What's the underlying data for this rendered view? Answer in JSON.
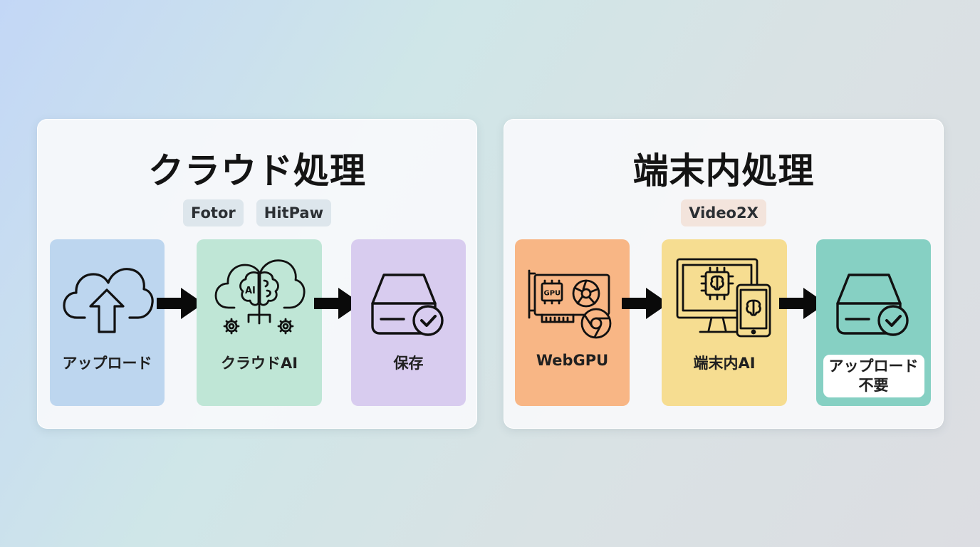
{
  "cloud": {
    "title": "クラウド処理",
    "tags": [
      "Fotor",
      "HitPaw"
    ],
    "steps": [
      {
        "label": "アップロード",
        "icon": "cloud-upload-icon",
        "color": "#bdd6ef"
      },
      {
        "label": "クラウドAI",
        "icon": "cloud-ai-brain-icon",
        "color": "#bfe6d6"
      },
      {
        "label": "保存",
        "icon": "storage-check-icon",
        "color": "#d8ccef"
      }
    ]
  },
  "local": {
    "title": "端末内処理",
    "tags": [
      "Video2X"
    ],
    "steps": [
      {
        "label": "WebGPU",
        "icon": "gpu-browser-icon",
        "color": "#f8b685"
      },
      {
        "label": "端末内AI",
        "icon": "devices-ai-chip-icon",
        "color": "#f6dd91"
      },
      {
        "label": "アップロード\n不要",
        "icon": "storage-check-icon",
        "color": "#86d0c3"
      }
    ]
  }
}
